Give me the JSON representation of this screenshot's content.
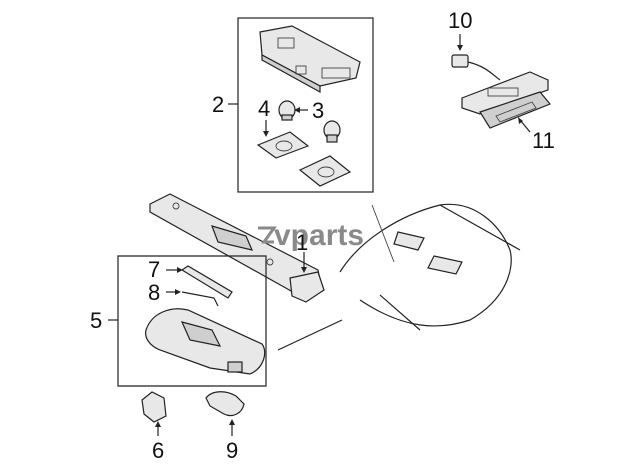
{
  "watermark": {
    "text": "vparts"
  },
  "callouts": [
    {
      "id": "c1",
      "label": "1"
    },
    {
      "id": "c2",
      "label": "2"
    },
    {
      "id": "c3",
      "label": "3"
    },
    {
      "id": "c4",
      "label": "4"
    },
    {
      "id": "c5",
      "label": "5"
    },
    {
      "id": "c6",
      "label": "6"
    },
    {
      "id": "c7",
      "label": "7"
    },
    {
      "id": "c8",
      "label": "8"
    },
    {
      "id": "c9",
      "label": "9"
    },
    {
      "id": "c10",
      "label": "10"
    },
    {
      "id": "c11",
      "label": "11"
    }
  ]
}
